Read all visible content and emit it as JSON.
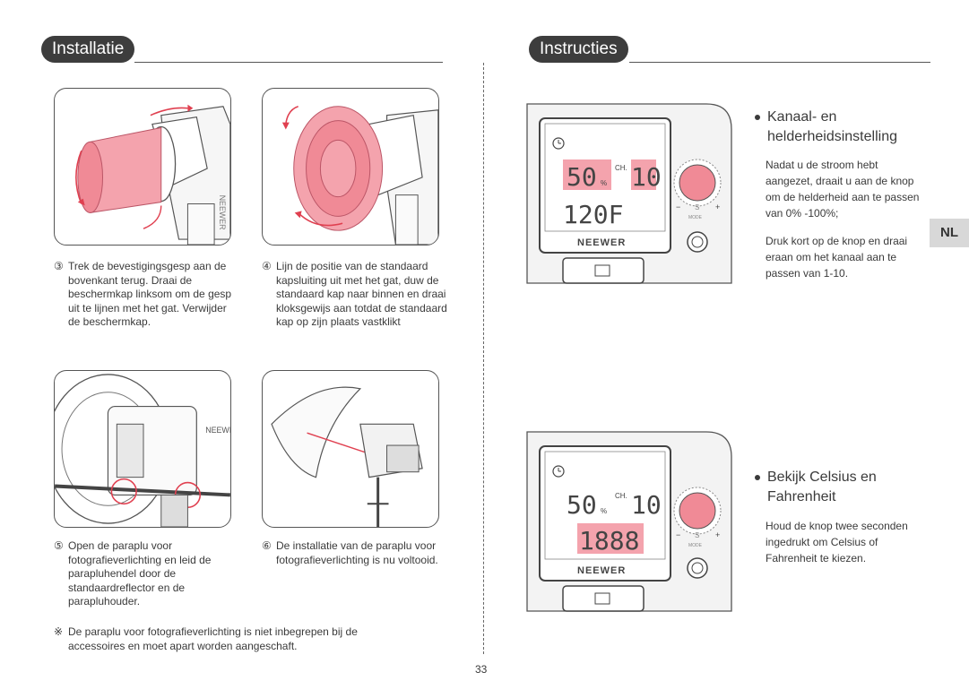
{
  "left_section": {
    "heading": "Installatie",
    "steps": [
      {
        "num": "③",
        "text": "Trek de bevestigingsgesp aan de bovenkant terug. Draai de beschermkap linksom om de gesp uit te lijnen met het gat. Verwijder de beschermkap."
      },
      {
        "num": "④",
        "text": "Lijn de positie van de standaard kapsluiting uit met het gat, duw de standaard kap naar binnen en draai kloksgewijs aan totdat de standaard kap op zijn plaats vastklikt"
      },
      {
        "num": "⑤",
        "text": "Open de paraplu voor fotografieverlichting en leid de parapluhendel door de standaardreflector en de parapluhouder."
      },
      {
        "num": "⑥",
        "text": "De installatie van de paraplu voor fotografieverlichting is nu voltooid."
      }
    ],
    "photo_labels": {
      "brand_vertical": "NEEWER"
    },
    "note": {
      "mark": "※",
      "text": "De paraplu voor fotografieverlichting is niet inbegrepen bij de accessoires en moet apart worden aangeschaft."
    }
  },
  "right_section": {
    "heading": "Instructies",
    "lang_tab": "NL",
    "device_1": {
      "brightness": "50",
      "percent": "%",
      "ch_label": "CH.",
      "channel": "10",
      "temp": "120F",
      "brand": "NEEWER",
      "minus": "−",
      "plus": "+",
      "mode": "MODE",
      "mode_symbol": "S"
    },
    "device_2": {
      "brightness": "50",
      "percent": "%",
      "ch_label": "CH.",
      "channel": "10",
      "temp": "1888",
      "brand": "NEEWER",
      "minus": "−",
      "plus": "+",
      "mode": "MODE",
      "mode_symbol": "S"
    },
    "item_1": {
      "title_line1": "Kanaal- en",
      "title_line2": "helderheidsinstelling",
      "para1": "Nadat u de stroom hebt aangezet, draait u aan de knop om de helderheid aan te passen van 0% -100%;",
      "para2": "Druk kort op de knop en draai eraan om het kanaal aan te passen van 1-10."
    },
    "item_2": {
      "title_line1": "Bekijk Celsius en",
      "title_line2": "Fahrenheit",
      "para1": "Houd de knop twee seconden ingedrukt om Celsius of Fahrenheit te kiezen."
    }
  },
  "page_number": "33",
  "colors": {
    "highlight": "#f4a3ad",
    "dark": "#3d3d3d",
    "pink_device": "#f08a96"
  }
}
